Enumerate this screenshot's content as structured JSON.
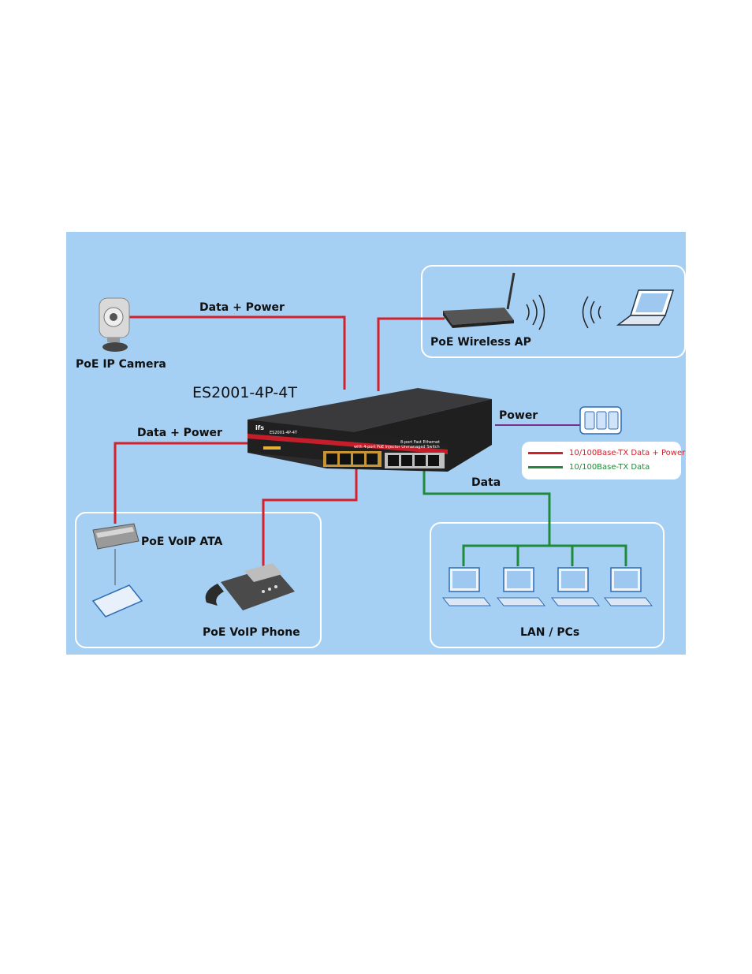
{
  "labels": {
    "data_power_top": "Data + Power",
    "data_power_left": "Data + Power",
    "power": "Power",
    "data": "Data",
    "model": "ES2001-4P-4T"
  },
  "devices": {
    "ip_camera": "PoE IP Camera",
    "wireless_ap": "PoE Wireless AP",
    "voip_ata": "PoE VoIP ATA",
    "voip_phone": "PoE VoIP Phone",
    "lan_pcs": "LAN / PCs"
  },
  "switch_text": {
    "brand": "ifs",
    "model_small": "ES2001-4P-4T",
    "desc_line1": "8-port Fast Ethernet",
    "desc_line2": "with 4-port PoE Injector Unmanaged Switch"
  },
  "legend": {
    "items": [
      {
        "label": "10/100Base-TX Data + Power",
        "color": "#d3202a"
      },
      {
        "label": "10/100Base-TX Data",
        "color": "#1e8a3a"
      }
    ]
  },
  "colors": {
    "background": "#a6d0f3",
    "power_data_line": "#d3202a",
    "data_line": "#1e8a3a",
    "power_line": "#7b2d8e"
  }
}
